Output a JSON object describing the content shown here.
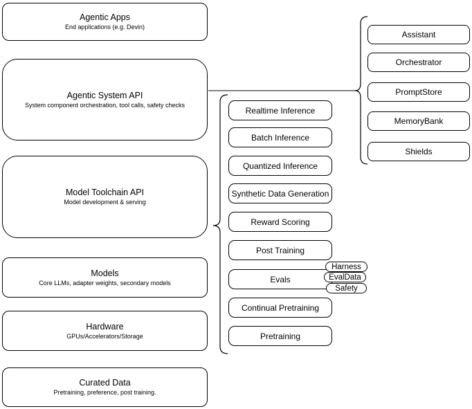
{
  "colors": {
    "stroke": "#000000",
    "fill": "#ffffff",
    "background": "#ffffff",
    "text": "#000000"
  },
  "stack": [
    {
      "title": "Agentic Apps",
      "subtitle": "End applications (e.g. Devin)"
    },
    {
      "title": "Agentic System API",
      "subtitle": "System component orchestration, tool calls, safety checks"
    },
    {
      "title": "Model Toolchain API",
      "subtitle": "Model development & serving"
    },
    {
      "title": "Models",
      "subtitle": "Core LLMs, adapter weights, secondary models"
    },
    {
      "title": "Hardware",
      "subtitle": "GPUs/Accelerators/Storage"
    },
    {
      "title": "Curated Data",
      "subtitle": "Pretraining, preference, post training."
    }
  ],
  "toolchain": {
    "items": [
      "Realtime Inference",
      "Batch Inference",
      "Quantized Inference",
      "Synthetic Data Generation",
      "Reward Scoring",
      "Post Training",
      "Evals",
      "Continual Pretraining",
      "Pretraining"
    ]
  },
  "evals_tags": [
    "Harness",
    "EvalData",
    "Safety"
  ],
  "system_components": [
    "Assistant",
    "Orchestrator",
    "PromptStore",
    "MemoryBank",
    "Shields"
  ]
}
